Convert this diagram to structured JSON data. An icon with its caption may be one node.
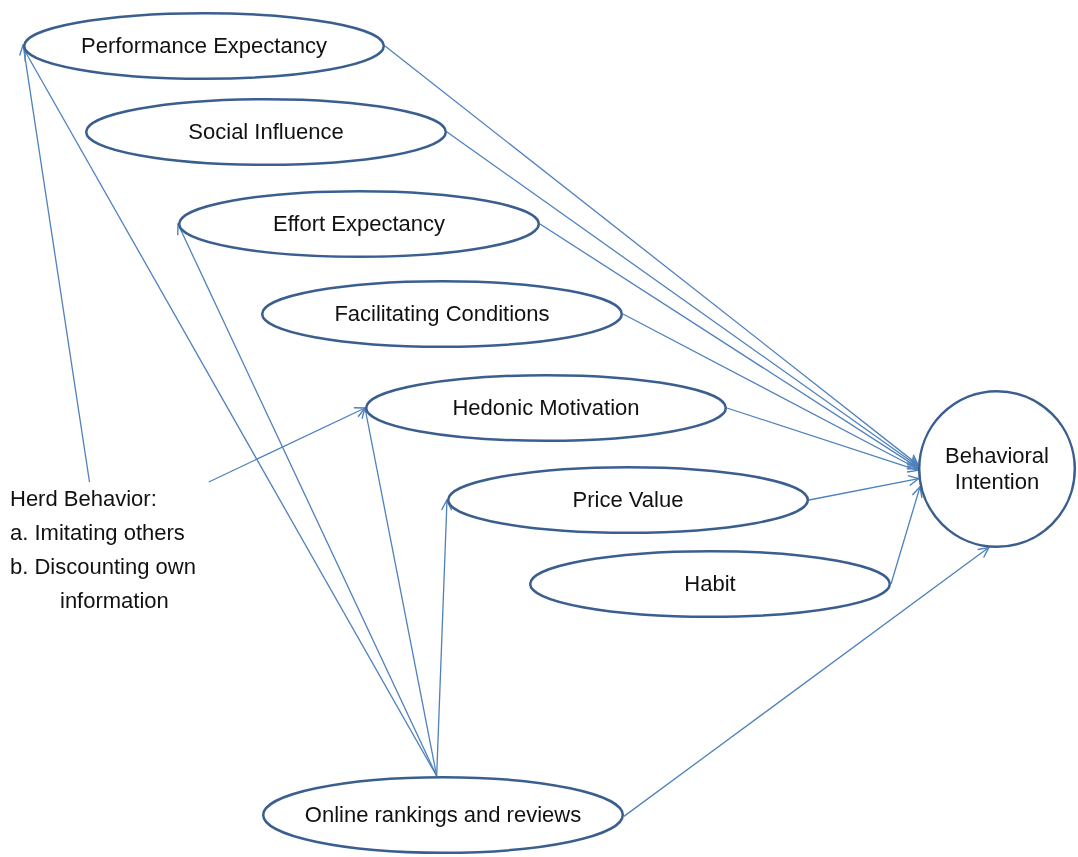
{
  "diagram": {
    "nodes": [
      {
        "text": [
          "Performance Expectancy"
        ]
      },
      {
        "text": [
          "Social Influence"
        ]
      },
      {
        "text": [
          "Effort Expectancy"
        ]
      },
      {
        "text": [
          "Facilitating Conditions"
        ]
      },
      {
        "text": [
          "Hedonic Motivation"
        ]
      },
      {
        "text": [
          "Price Value"
        ]
      },
      {
        "text": [
          "Habit"
        ]
      },
      {
        "text": [
          "Behavioral Intention"
        ]
      },
      {
        "text": [
          "Herd Behavior:",
          "a. Imitating others",
          "b. Discounting own information"
        ]
      },
      {
        "text": [
          "Online rankings and reviews"
        ]
      }
    ],
    "edges": [
      {
        "from": 0,
        "to": 7,
        "arrow": "to"
      },
      {
        "from": 1,
        "to": 7,
        "arrow": "to"
      },
      {
        "from": 2,
        "to": 7,
        "arrow": "to"
      },
      {
        "from": 3,
        "to": 7,
        "arrow": "to"
      },
      {
        "from": 4,
        "to": 7,
        "arrow": "to"
      },
      {
        "from": 5,
        "to": 7,
        "arrow": "to"
      },
      {
        "from": 6,
        "to": 7,
        "arrow": "to"
      },
      {
        "from": 8,
        "to": 0,
        "arrow": "to"
      },
      {
        "from": 8,
        "to": 4,
        "arrow": "to"
      },
      {
        "from": 9,
        "to": 0,
        "arrow": "to"
      },
      {
        "from": 9,
        "to": 2,
        "arrow": "to"
      },
      {
        "from": 9,
        "to": 4,
        "arrow": "to"
      },
      {
        "from": 9,
        "to": 5,
        "arrow": "to"
      },
      {
        "from": 9,
        "to": 7,
        "arrow": "to"
      }
    ]
  }
}
